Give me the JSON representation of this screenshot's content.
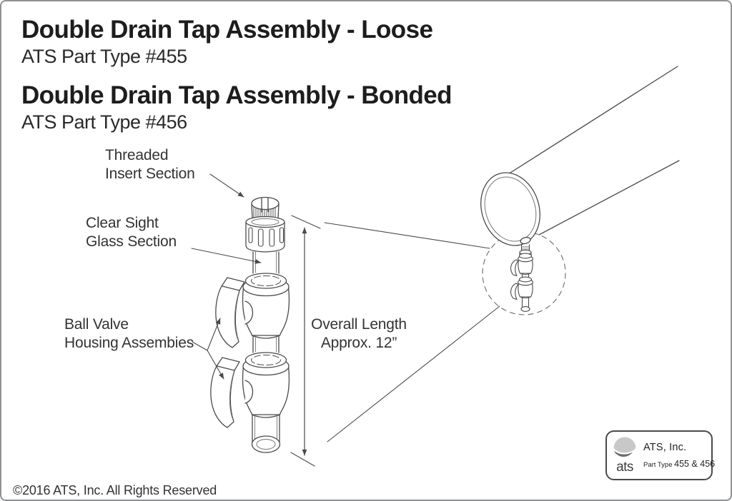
{
  "header": {
    "product1": {
      "title": "Double Drain Tap Assembly - Loose",
      "part": "ATS Part Type #455"
    },
    "product2": {
      "title": "Double Drain Tap Assembly - Bonded",
      "part": "ATS Part Type #456"
    }
  },
  "diagram": {
    "labels": {
      "threaded_insert": "Threaded\nInsert Section",
      "clear_sight": "Clear Sight\nGlass Section",
      "ball_valve": "Ball Valve\nHousing Assembies",
      "overall_length": "Overall Length\nApprox. 12”"
    }
  },
  "logo_box": {
    "logo_text": "ats",
    "company": "ATS, Inc.",
    "part_type_label": "Part Type",
    "part_type_value": "455 & 456"
  },
  "footer": {
    "copyright": "©2016 ATS, Inc. All Rights Reserved"
  },
  "colors": {
    "line": "#4a4a4a",
    "border": "#8f9193",
    "text": "#262626",
    "logo_gray_light": "#c8c8c8",
    "logo_gray_dark": "#6b6b6b"
  }
}
